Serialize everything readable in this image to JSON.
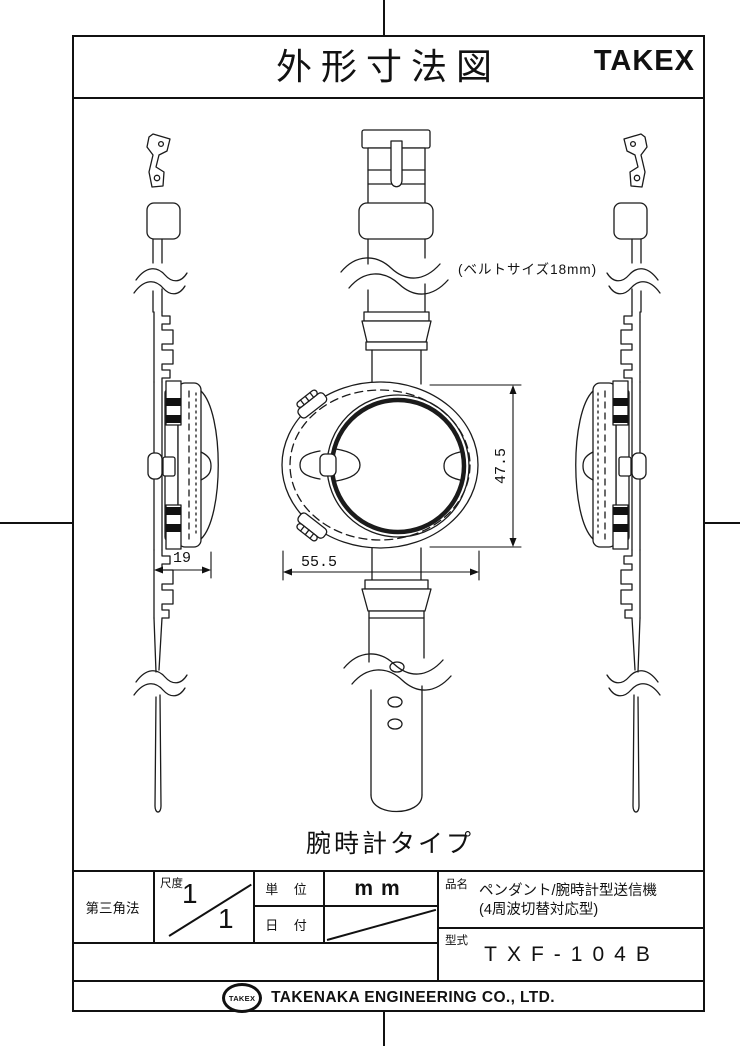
{
  "header": {
    "title": "外形寸法図",
    "brand_logo": "TAKEX"
  },
  "drawing": {
    "belt_note": "(ベルトサイズ18mm)",
    "caption": "腕時計タイプ",
    "dims": {
      "height": "47.5",
      "width": "55.5",
      "thickness": "19"
    }
  },
  "title_block": {
    "projection": "第三角法",
    "scale": {
      "label": "尺度",
      "numerator": "1",
      "denominator": "1"
    },
    "unit": {
      "label": "単 位",
      "value": "mm"
    },
    "date": {
      "label": "日 付"
    },
    "product": {
      "label": "品名",
      "line1": "ペンダント/腕時計型送信機",
      "line2": "(4周波切替対応型)"
    },
    "model": {
      "label": "型式",
      "value": "TXF-104B"
    }
  },
  "footer": {
    "logo": "TAKEX",
    "company": "TAKENAKA ENGINEERING CO., LTD."
  }
}
